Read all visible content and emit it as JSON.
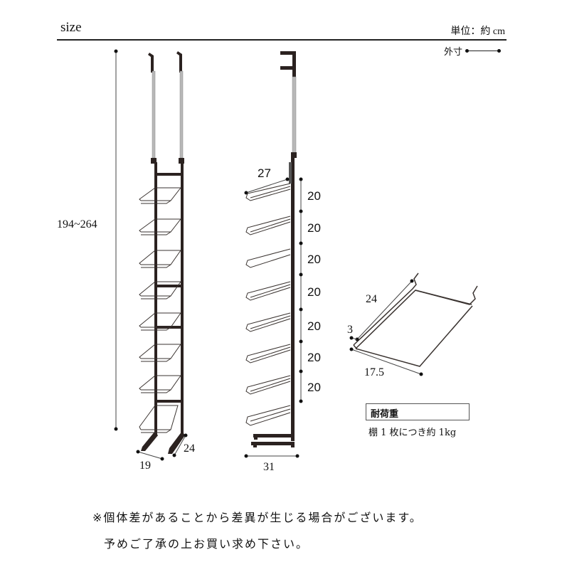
{
  "header": {
    "title": "size",
    "unit_label": "単位：約 cm",
    "legend_label": "外寸"
  },
  "front_view": {
    "height_label": "194~264",
    "width_label": "19",
    "depth_label": "24",
    "shelf_count": 8
  },
  "side_view": {
    "shelf_depth_label": "27",
    "shelf_spacing_labels": [
      "20",
      "20",
      "20",
      "20",
      "20",
      "20",
      "20"
    ],
    "base_depth_label": "31"
  },
  "shelf_detail": {
    "length_label": "24",
    "lip_label": "3",
    "width_label": "17.5"
  },
  "load_capacity": {
    "heading": "耐荷重",
    "text": "棚 1 枚につき約 1kg"
  },
  "notes": {
    "line1": "※個体差があることから差異が生じる場合がございます。",
    "line2": "予めご了承の上お買い求め下さい。"
  },
  "colors": {
    "frame": "#2b2220",
    "pole": "#b8b8b8",
    "wire": "#3a3330",
    "text": "#111111"
  }
}
